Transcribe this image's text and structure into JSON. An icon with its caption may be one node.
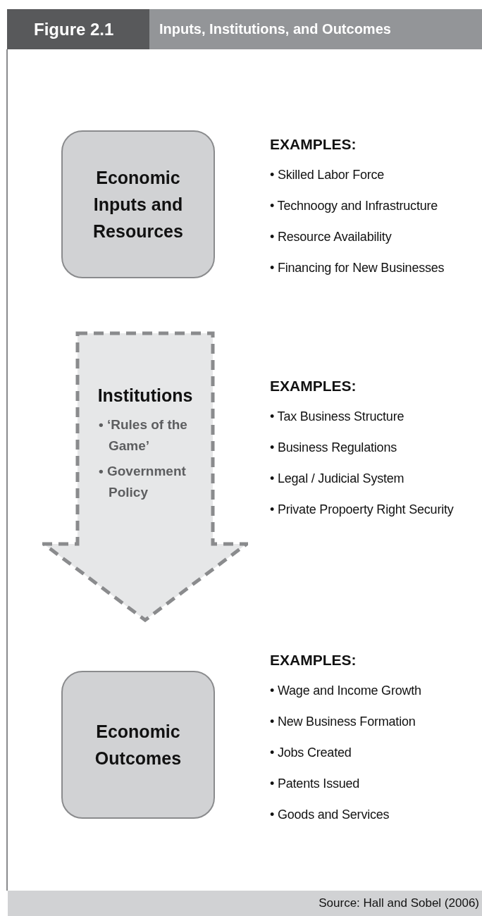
{
  "diagram": {
    "title": "Inputs, Institutions, and Outcomes",
    "caption": "Source: Hall and Sobel (2006)",
    "labels": [
      "Figure 2.1"
    ],
    "nodes": [
      {
        "text": [
          "Economic Inputs and Resources"
        ],
        "beside": [
          "EXAMPLES:",
          "• Skilled Labor Force",
          "• Technoogy and Infrastructure",
          "• Resource Availability",
          "• Financing for New Businesses"
        ]
      },
      {
        "text": [
          "Institutions",
          "• ‘Rules of the Game’",
          "• Government Policy"
        ],
        "beside": [
          "EXAMPLES:",
          "• Tax Business Structure",
          "• Business Regulations",
          "• Legal / Judicial System",
          "• Private Propoerty Right Security"
        ]
      },
      {
        "text": [
          "Economic Outcomes"
        ],
        "beside": [
          "EXAMPLES:",
          "• Wage and Income Growth",
          "• New Business Formation",
          "• Jobs Created",
          "• Patents Issued",
          "• Goods and Services"
        ]
      }
    ]
  }
}
